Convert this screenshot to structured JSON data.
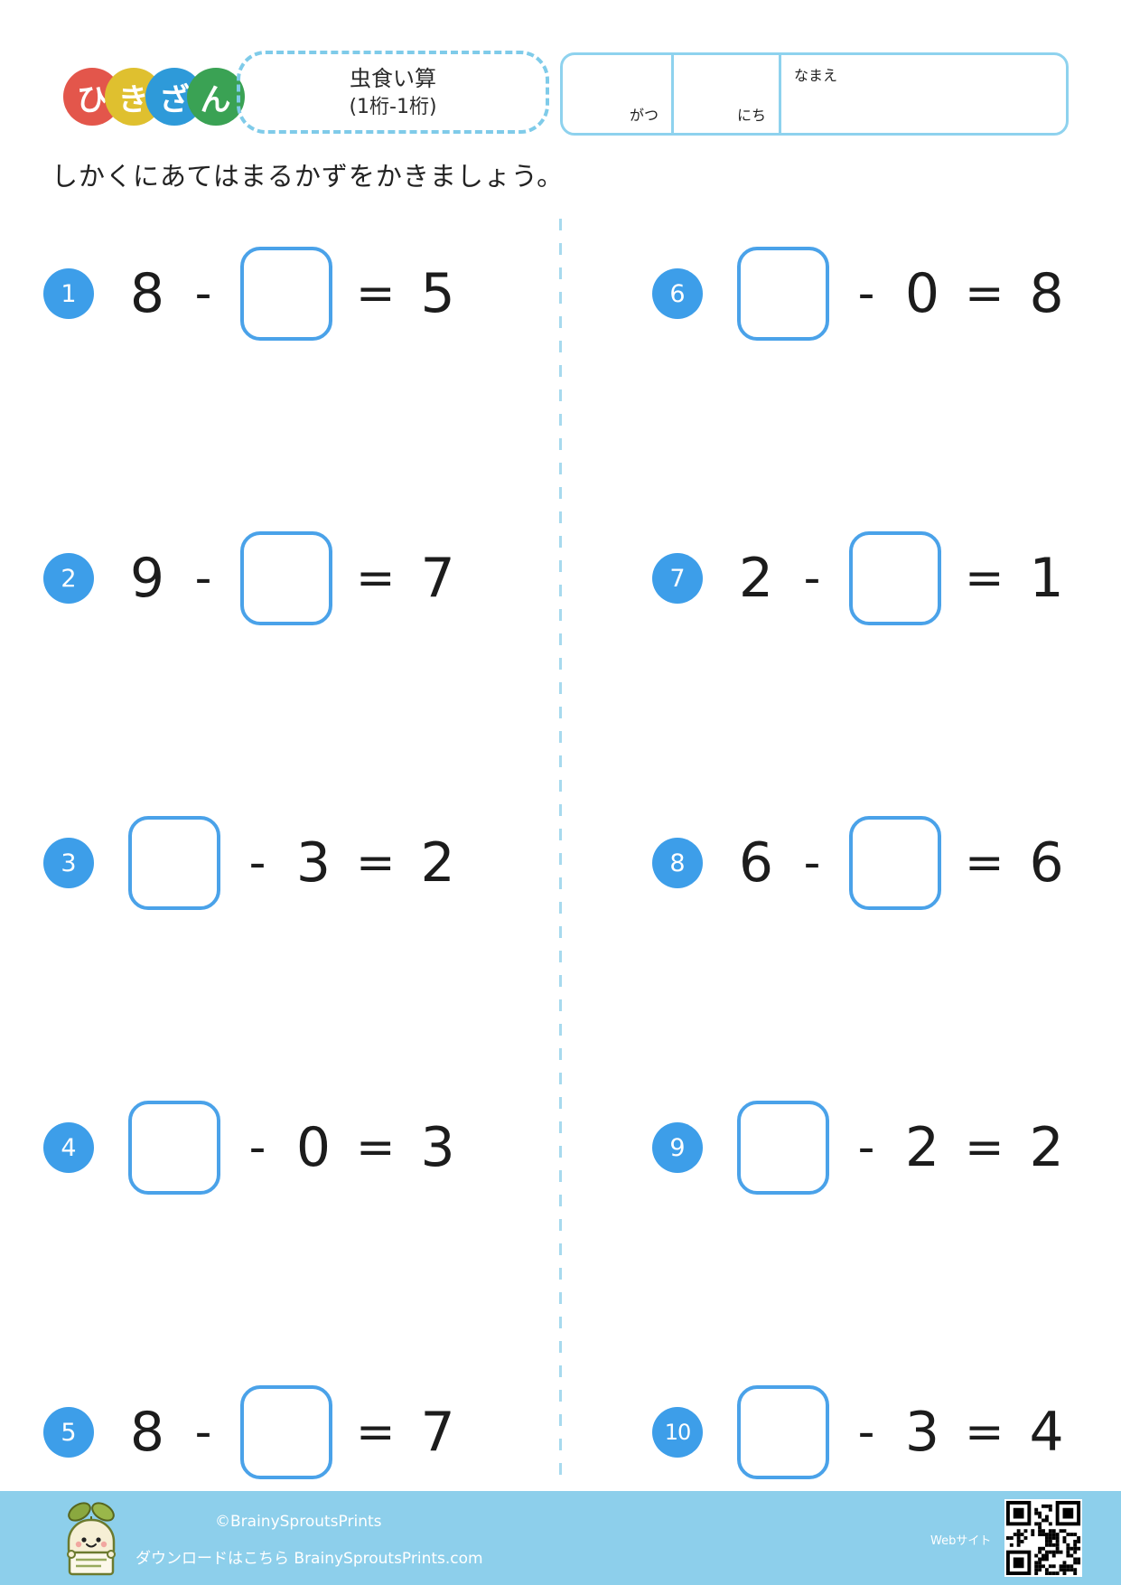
{
  "logo": {
    "word": "ひきざん",
    "letters": [
      {
        "char": "ひ",
        "color": "#e3564b"
      },
      {
        "char": "き",
        "color": "#dfc02f"
      },
      {
        "char": "ざ",
        "color": "#2e9ad9"
      },
      {
        "char": "ん",
        "color": "#3aa254"
      }
    ]
  },
  "header": {
    "title_line1": "虫食い算",
    "title_line2": "(1桁-1桁)",
    "month_label": "がつ",
    "day_label": "にち",
    "name_label": "なまえ"
  },
  "instruction": "しかくにあてはまるかずをかきましょう。",
  "problems": [
    {
      "number": "1",
      "column": "left",
      "tokens": [
        "8",
        "-",
        "□",
        "=",
        "5"
      ]
    },
    {
      "number": "2",
      "column": "left",
      "tokens": [
        "9",
        "-",
        "□",
        "=",
        "7"
      ]
    },
    {
      "number": "3",
      "column": "left",
      "tokens": [
        "□",
        "-",
        "3",
        "=",
        "2"
      ]
    },
    {
      "number": "4",
      "column": "left",
      "tokens": [
        "□",
        "-",
        "0",
        "=",
        "3"
      ]
    },
    {
      "number": "5",
      "column": "left",
      "tokens": [
        "8",
        "-",
        "□",
        "=",
        "7"
      ]
    },
    {
      "number": "6",
      "column": "right",
      "tokens": [
        "□",
        "-",
        "0",
        "=",
        "8"
      ]
    },
    {
      "number": "7",
      "column": "right",
      "tokens": [
        "2",
        "-",
        "□",
        "=",
        "1"
      ]
    },
    {
      "number": "8",
      "column": "right",
      "tokens": [
        "6",
        "-",
        "□",
        "=",
        "6"
      ]
    },
    {
      "number": "9",
      "column": "right",
      "tokens": [
        "□",
        "-",
        "2",
        "=",
        "2"
      ]
    },
    {
      "number": "10",
      "column": "right",
      "tokens": [
        "□",
        "-",
        "3",
        "=",
        "4"
      ]
    }
  ],
  "footer": {
    "copyright": "©BrainySproutsPrints",
    "download": "ダウンロードはこちら BrainySproutsPrints.com",
    "website_label": "Webサイト"
  },
  "colors": {
    "accent_blue": "#3d9ee9",
    "answer_box_border": "#4aa2e9",
    "header_light_blue": "#8ed2ee",
    "divider_blue": "#a7daee",
    "footer_blue": "#8dcfeb",
    "logo_red": "#e3564b",
    "logo_yellow": "#dfc02f",
    "logo_blue": "#2e9ad9",
    "logo_green": "#3aa254"
  }
}
